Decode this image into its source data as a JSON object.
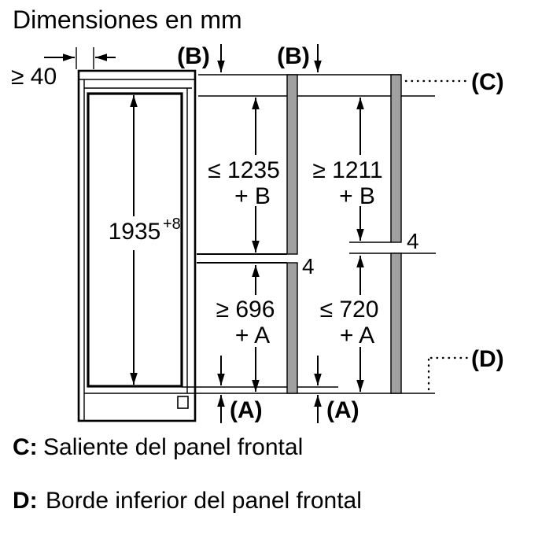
{
  "title": "Dimensiones en mm",
  "dims": {
    "top_gap": "≥ 40",
    "height_value": "1935",
    "height_tolerance": "+8",
    "upper_left": "≤ 1235",
    "upper_left_suffix": "+ B",
    "upper_right": "≥ 1211",
    "upper_right_suffix": "+ B",
    "lower_left": "≥ 696",
    "lower_left_suffix": "+ A",
    "lower_right": "≤ 720",
    "lower_right_suffix": "+ A",
    "panel_gap_left": "4",
    "panel_gap_right": "4"
  },
  "callouts": {
    "a": "(A)",
    "b": "(B)",
    "c": "(C)",
    "d": "(D)"
  },
  "legend": {
    "c_key": "C:",
    "c_text": "Saliente del panel frontal",
    "d_key": "D:",
    "d_text": "Borde inferior del panel frontal"
  },
  "colors": {
    "line": "#000000",
    "panel_fill": "#a0a0a0",
    "background": "#ffffff"
  }
}
